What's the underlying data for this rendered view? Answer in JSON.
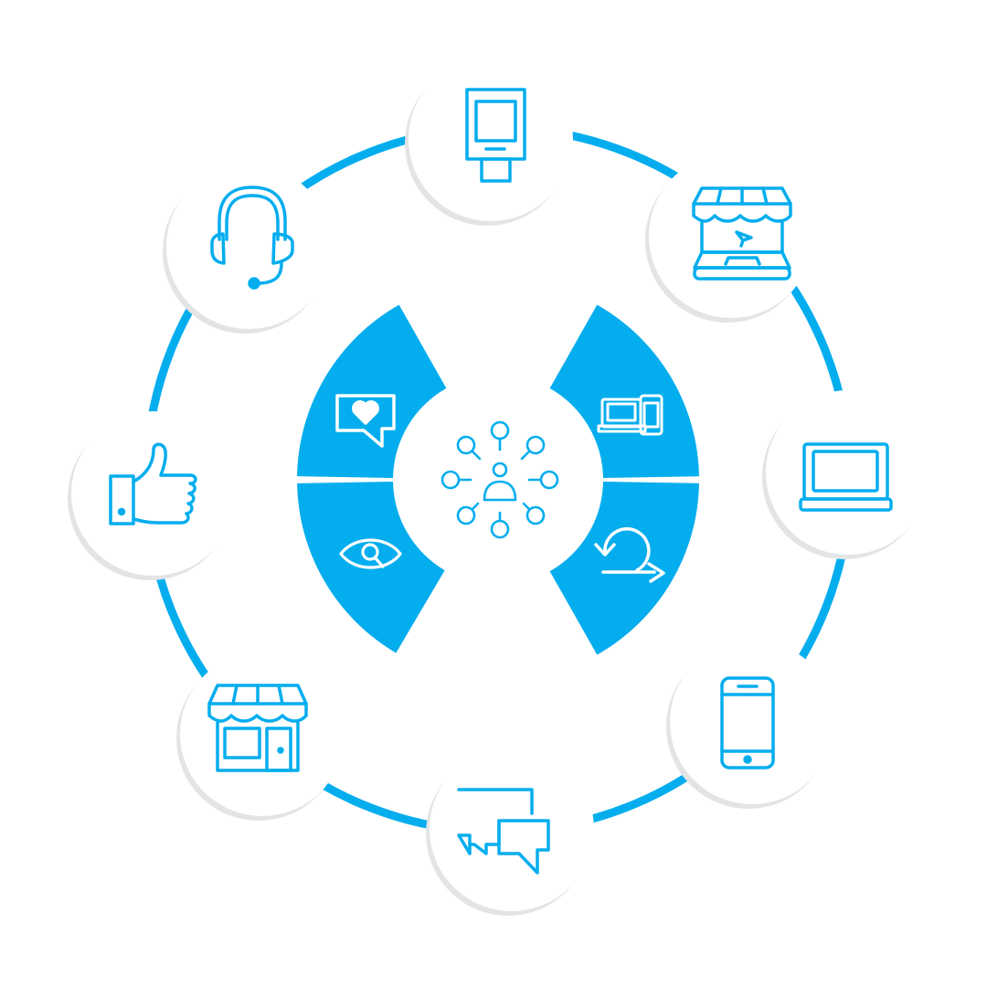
{
  "colors": {
    "accent": "#03ADEE",
    "background": "#FFFFFF",
    "node_fill": "#FFFFFF",
    "node_shadow": "#E3E4E6"
  },
  "center": {
    "icon": "customer-network-icon"
  },
  "inner_segments": [
    {
      "position": "top-left",
      "icon": "heart-message-icon"
    },
    {
      "position": "top-right",
      "icon": "multi-device-icon"
    },
    {
      "position": "bottom-left",
      "icon": "eye-search-icon"
    },
    {
      "position": "bottom-right",
      "icon": "return-cycle-icon"
    }
  ],
  "outer_nodes": [
    {
      "position": "top",
      "icon": "kiosk-icon"
    },
    {
      "position": "top-right",
      "icon": "online-store-laptop-icon"
    },
    {
      "position": "right",
      "icon": "laptop-icon"
    },
    {
      "position": "bottom-right",
      "icon": "smartphone-icon"
    },
    {
      "position": "bottom",
      "icon": "chat-bubbles-icon"
    },
    {
      "position": "bottom-left",
      "icon": "storefront-icon"
    },
    {
      "position": "left",
      "icon": "thumbs-up-icon"
    },
    {
      "position": "top-left",
      "icon": "headset-icon"
    }
  ]
}
